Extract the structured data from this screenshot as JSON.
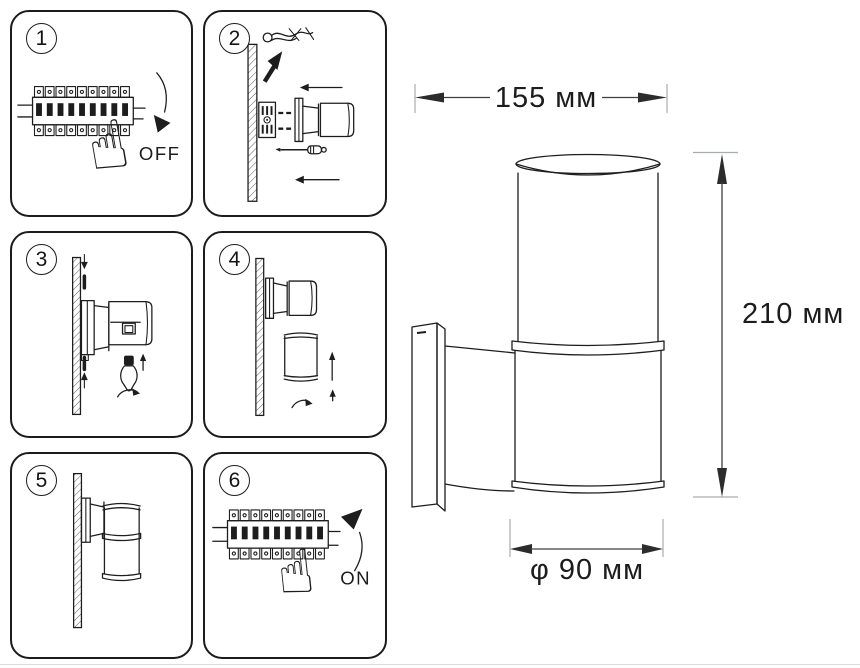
{
  "panels": [
    {
      "number": "1",
      "label": "OFF",
      "description": "switch-breaker-off"
    },
    {
      "number": "2",
      "description": "mount-bracket-to-wall"
    },
    {
      "number": "3",
      "description": "insert-bulb"
    },
    {
      "number": "4",
      "description": "attach-diffuser-tube"
    },
    {
      "number": "5",
      "description": "installed-lamp"
    },
    {
      "number": "6",
      "label": "ON",
      "description": "switch-breaker-on"
    }
  ],
  "dimensions": {
    "width": "155 мм",
    "height": "210 мм",
    "diameter": "φ 90 мм"
  },
  "colors": {
    "line": "#1d1d1d",
    "dimension_line": "#3f3f3f",
    "tick": "#a8adb0",
    "background": "#ffffff"
  }
}
